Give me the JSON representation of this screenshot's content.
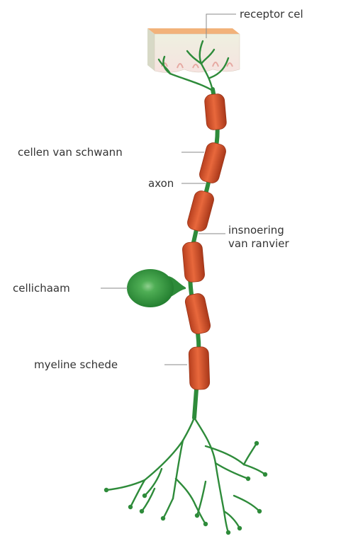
{
  "labels": {
    "receptor": "receptor cel",
    "schwann": "cellen van schwann",
    "axon": "axon",
    "ranvier_line1": "insnoering",
    "ranvier_line2": "van ranvier",
    "cell_body": "cellichaam",
    "myelin": "myeline schede"
  },
  "colors": {
    "axon_green": "#2e8b3a",
    "myelin_orange": "#d9552e",
    "skin_top": "#f2b27a",
    "skin_body": "#e9ecd9",
    "label_text": "#333333",
    "leader_line": "#8a8a8a"
  }
}
